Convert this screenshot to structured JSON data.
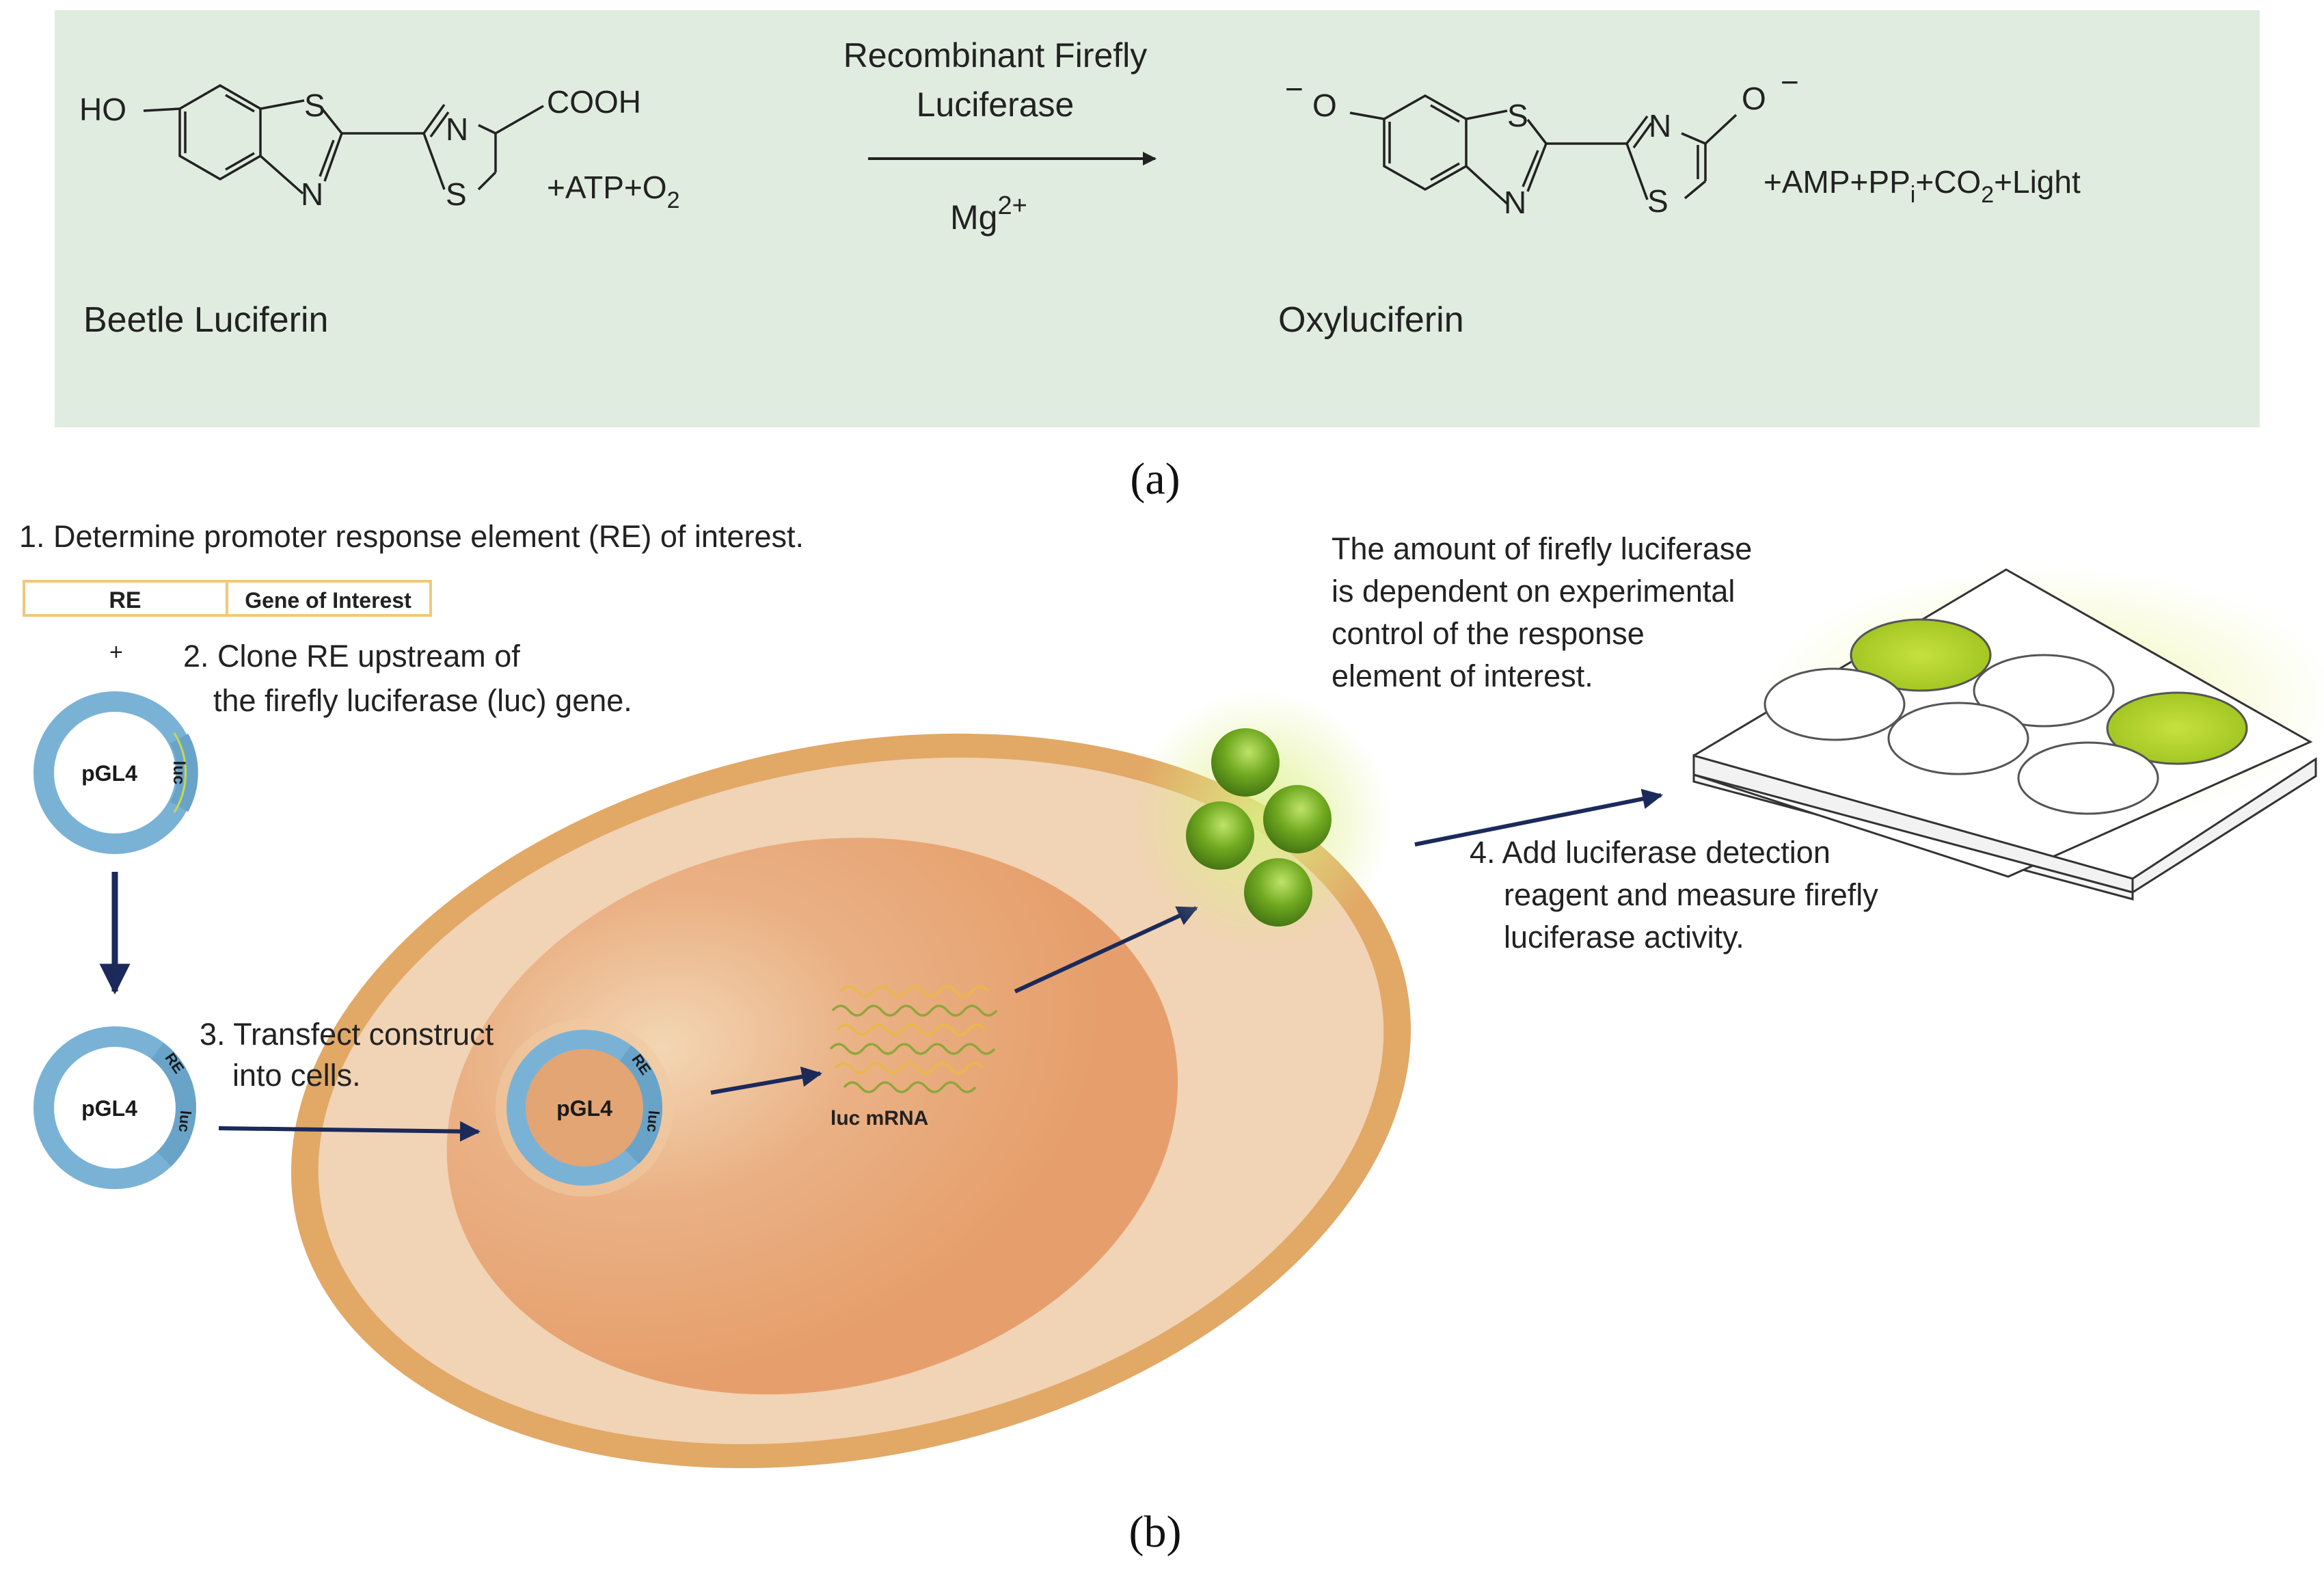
{
  "panel_a": {
    "reactant_substituents": {
      "hydroxy": "HO",
      "acid": "COOH",
      "s1": "S",
      "n1": "N",
      "n2": "N",
      "s2": "S"
    },
    "cosubstrates": "+ATP+O",
    "cosubstrates_sub": "2",
    "enzyme_line1": "Recombinant Firefly",
    "enzyme_line2": "Luciferase",
    "cofactor": "Mg",
    "cofactor_sup": "2+",
    "product_substituents": {
      "o_left": "O",
      "o_right": "O",
      "charge": "−",
      "s1": "S",
      "n1": "N",
      "n2": "N",
      "s2": "S"
    },
    "products_part1": "+AMP+PP",
    "products_sub_i": "i",
    "products_part2": "+CO",
    "products_sub_2": "2",
    "products_part3": "+Light",
    "reactant_name": "Beetle Luciferin",
    "product_name": "Oxyluciferin",
    "panel_label": "(a)",
    "background_color": "#e0ecdf"
  },
  "panel_b": {
    "step1": "1. Determine promoter response element (RE) of interest.",
    "re_label": "RE",
    "gene_label": "Gene of Interest",
    "plus": "+",
    "step2_line1": "2. Clone RE upstream of",
    "step2_line2": "the firefly luciferase (luc) gene.",
    "plasmid_name": "pGL4",
    "luc_segment": "luc",
    "re_segment": "RE",
    "step3_line1": "3. Transfect construct",
    "step3_line2": "into cells.",
    "mrna_label": "luc mRNA",
    "amount_line1": "The amount of firefly luciferase",
    "amount_line2": "is dependent on experimental",
    "amount_line3": "control of the response",
    "amount_line4": "element of interest.",
    "step4_line1": "4. Add luciferase detection",
    "step4_line2": "reagent and measure firefly",
    "step4_line3": "luciferase activity.",
    "panel_label": "(b)",
    "colors": {
      "cell_membrane": "#e2a866",
      "cytoplasm": "#f1d3b5",
      "nucleus": "#e8a370",
      "plasmid": "#7ab2d6",
      "arrow": "#1b2a5a",
      "luciferase": "#6fa81f",
      "glow_well": "#a9cc2a"
    }
  }
}
